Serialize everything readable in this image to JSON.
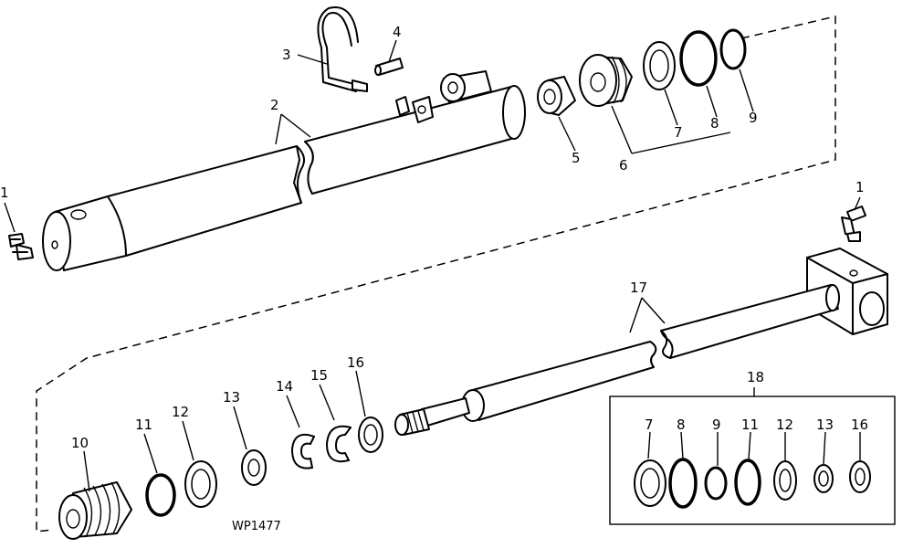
{
  "callouts": {
    "c1a": "1",
    "c2": "2",
    "c3": "3",
    "c4": "4",
    "c5": "5",
    "c6": "6",
    "c7": "7",
    "c8": "8",
    "c9": "9",
    "c1b": "1",
    "c17": "17",
    "c18": "18",
    "c10": "10",
    "c11": "11",
    "c12": "12",
    "c13": "13",
    "c14": "14",
    "c15": "15",
    "c16": "16",
    "k7": "7",
    "k8": "8",
    "k9": "9",
    "k11": "11",
    "k12": "12",
    "k13": "13",
    "k16": "16"
  },
  "figure_id": "WP1477"
}
